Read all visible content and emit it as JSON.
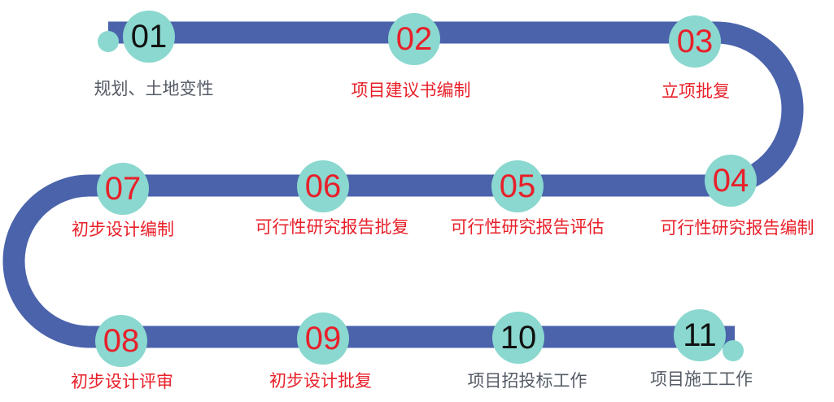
{
  "colors": {
    "track": "#4a63ab",
    "circle": "#8ad8cf",
    "done_text": "#e8202a",
    "todo_text": "#555b66",
    "todo_number": "#111111"
  },
  "steps": [
    {
      "num": "01",
      "label": "规划、土地变性",
      "status": "todo"
    },
    {
      "num": "02",
      "label": "项目建议书编制",
      "status": "done"
    },
    {
      "num": "03",
      "label": "立项批复",
      "status": "done"
    },
    {
      "num": "04",
      "label": "可行性研究报告编制",
      "status": "done"
    },
    {
      "num": "05",
      "label": "可行性研究报告评估",
      "status": "done"
    },
    {
      "num": "06",
      "label": "可行性研究报告批复",
      "status": "done"
    },
    {
      "num": "07",
      "label": "初步设计编制",
      "status": "done"
    },
    {
      "num": "08",
      "label": "初步设计评审",
      "status": "done"
    },
    {
      "num": "09",
      "label": "初步设计批复",
      "status": "done"
    },
    {
      "num": "10",
      "label": "项目招投标工作",
      "status": "todo"
    },
    {
      "num": "11",
      "label": "项目施工工作",
      "status": "todo"
    }
  ]
}
